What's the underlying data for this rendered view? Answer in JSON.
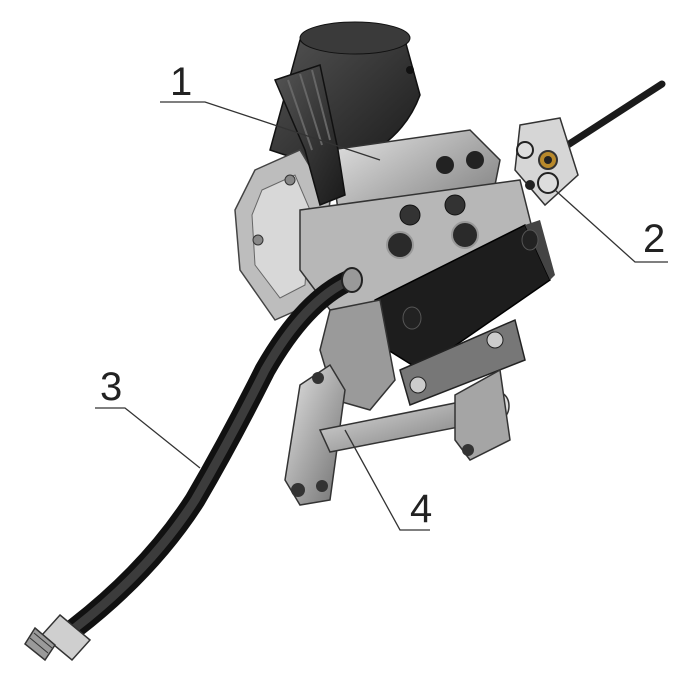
{
  "callouts": [
    {
      "label": "1",
      "target": "wire-feed-drive-unit"
    },
    {
      "label": "2",
      "target": "wire-guide-inlet"
    },
    {
      "label": "3",
      "target": "feed-hose"
    },
    {
      "label": "4",
      "target": "mounting-bracket-pin"
    }
  ],
  "colors": {
    "body_dark": "#2b2b2b",
    "body_mid": "#8a8a8a",
    "body_light": "#c9c9c9",
    "hose": "#1e1e1e",
    "brass": "#b8892b",
    "line": "#333333"
  }
}
